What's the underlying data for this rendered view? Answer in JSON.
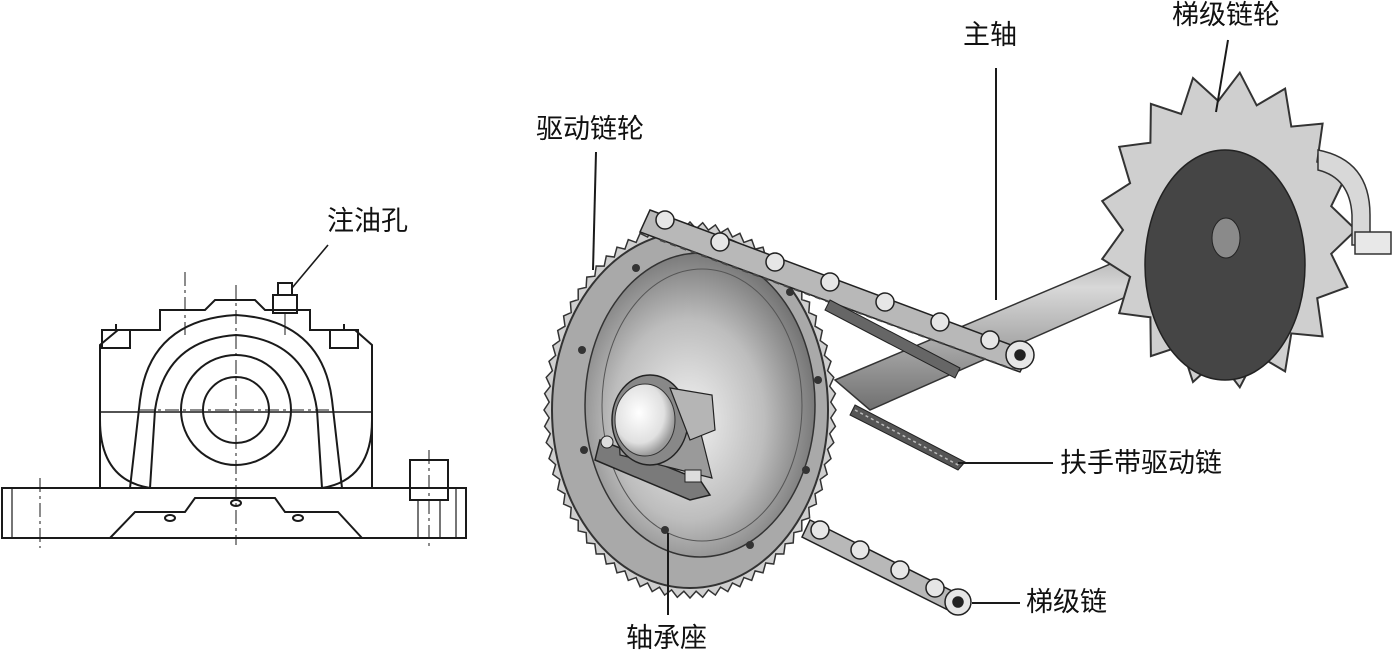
{
  "labels": {
    "oil_hole": "注油孔",
    "main_shaft": "主轴",
    "step_sprocket": "梯级链轮",
    "drive_sprocket": "驱动链轮",
    "handrail_drive_chain": "扶手带驱动链",
    "step_chain": "梯级链",
    "bearing_seat": "轴承座"
  },
  "colors": {
    "line": "#1a1a1a",
    "metal_light": "#d6d6d6",
    "metal_mid": "#a8a8a8",
    "metal_dark": "#3c3c3c",
    "hub": "#555555"
  }
}
